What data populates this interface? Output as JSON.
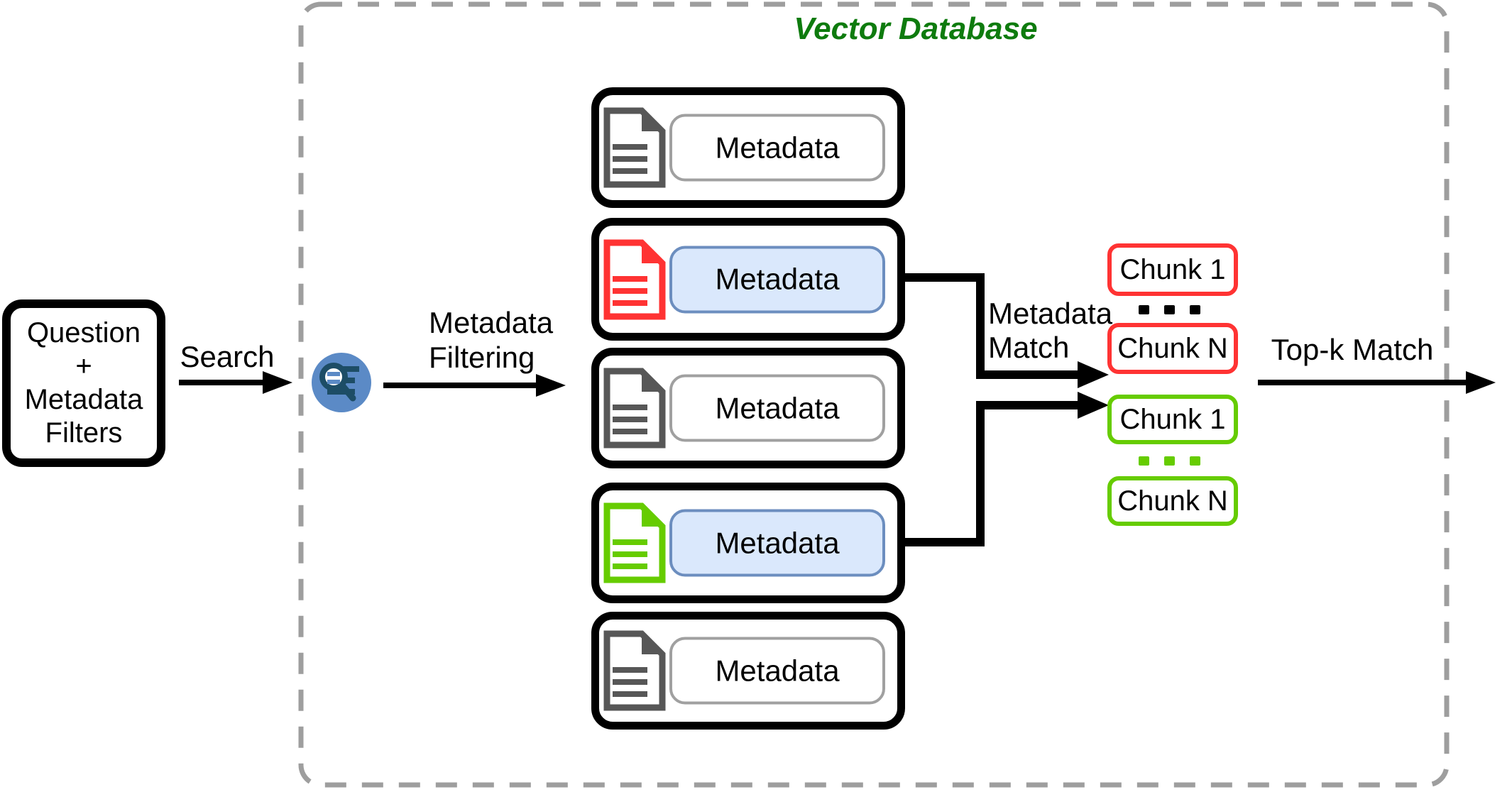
{
  "diagram": {
    "title": "Vector Database",
    "title_color": "#0e7b0e",
    "input_box": {
      "text": "Question\n+\nMetadata\nFilters"
    },
    "labels": {
      "search": "Search",
      "metadata_filtering": "Metadata\nFiltering",
      "metadata_match": "Metadata\nMatch",
      "topk_match": "Top-k Match"
    },
    "search_icon": {
      "name": "filter-search-icon",
      "background": "#5b8ac6",
      "glyph": "#1d4d66"
    },
    "documents": [
      {
        "label": "Metadata",
        "doc_color": "#575757",
        "metadata_style": "plain"
      },
      {
        "label": "Metadata",
        "doc_color": "#ff3333",
        "metadata_style": "highlight"
      },
      {
        "label": "Metadata",
        "doc_color": "#575757",
        "metadata_style": "plain"
      },
      {
        "label": "Metadata",
        "doc_color": "#66cc00",
        "metadata_style": "highlight"
      },
      {
        "label": "Metadata",
        "doc_color": "#575757",
        "metadata_style": "plain"
      }
    ],
    "chunks": {
      "red": {
        "color": "#ff3333",
        "items": [
          "Chunk 1",
          "Chunk N"
        ],
        "separator": "..."
      },
      "green": {
        "color": "#66cc00",
        "items": [
          "Chunk 1",
          "Chunk N"
        ],
        "separator": "..."
      }
    },
    "colors": {
      "metadata_fill": "#dae8fc",
      "metadata_stroke": "#6c8ebf",
      "plain_pill_stroke": "#a0a0a0",
      "box_stroke": "#000000",
      "dashed_border": "#9e9e9e",
      "connector": "#000000"
    }
  }
}
